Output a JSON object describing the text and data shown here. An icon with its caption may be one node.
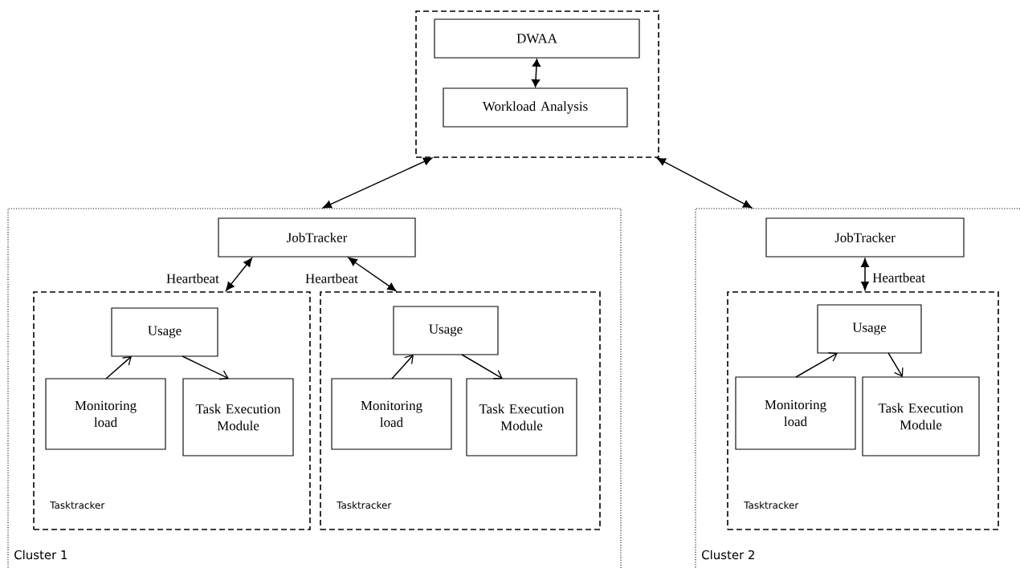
{
  "diagram": {
    "nodes": [
      {
        "text": [],
        "shape": "box"
      },
      {
        "text": [
          "DWAA"
        ],
        "in": 0
      },
      {
        "text": [
          "Workload Analysis"
        ],
        "in": 0
      },
      {
        "text": [
          "Cluster 1"
        ]
      },
      {
        "text": [
          "JobTracker"
        ],
        "in": 3
      },
      {
        "text": [
          "Tasktracker"
        ],
        "in": 3
      },
      {
        "text": [
          "Usage"
        ],
        "in": 5
      },
      {
        "text": [
          "Monitoring load"
        ],
        "in": 5
      },
      {
        "text": [
          "Task Execution Module"
        ],
        "in": 5
      },
      {
        "text": [
          "Tasktracker"
        ],
        "in": 3
      },
      {
        "text": [
          "Usage"
        ],
        "in": 9
      },
      {
        "text": [
          "Monitoring load"
        ],
        "in": 9
      },
      {
        "text": [
          "Task Execution Module"
        ],
        "in": 9
      },
      {
        "text": [
          "Cluster 2"
        ]
      },
      {
        "text": [
          "JobTracker"
        ],
        "in": 13
      },
      {
        "text": [
          "Tasktracker"
        ],
        "in": 13
      },
      {
        "text": [
          "Usage"
        ],
        "in": 15
      },
      {
        "text": [
          "Monitoring load"
        ],
        "in": 15
      },
      {
        "text": [
          "Task Execution Module"
        ],
        "in": 15
      }
    ],
    "edges": [
      {
        "from": 1,
        "to": 2,
        "arrow": "both"
      },
      {
        "from": 0,
        "to": 3,
        "arrow": "both"
      },
      {
        "from": 0,
        "to": 13,
        "arrow": "both"
      },
      {
        "from": 4,
        "to": 5,
        "arrow": "both",
        "label": "Heartbeat"
      },
      {
        "from": 4,
        "to": 9,
        "arrow": "both",
        "label": "Heartbeat"
      },
      {
        "from": 7,
        "to": 6,
        "arrow": "to"
      },
      {
        "from": 6,
        "to": 8,
        "arrow": "to"
      },
      {
        "from": 11,
        "to": 10,
        "arrow": "to"
      },
      {
        "from": 10,
        "to": 12,
        "arrow": "to"
      },
      {
        "from": 14,
        "to": 15,
        "arrow": "both",
        "label": "Heartbeat"
      },
      {
        "from": 17,
        "to": 16,
        "arrow": "to"
      },
      {
        "from": 16,
        "to": 18,
        "arrow": "to"
      }
    ]
  }
}
